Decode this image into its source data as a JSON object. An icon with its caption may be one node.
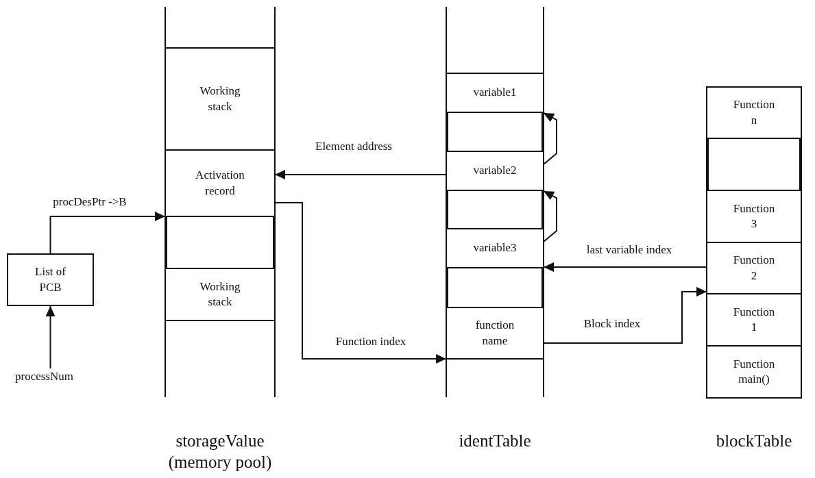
{
  "diagram": {
    "nodes": [
      {
        "text": [
          "storageValue (memory pool)"
        ]
      },
      {
        "text": [
          "Working stack"
        ],
        "in": 0
      },
      {
        "text": [
          "Activation record"
        ],
        "in": 0
      },
      {
        "text": [],
        "shape": "box",
        "in": 0
      },
      {
        "text": [
          "Working stack"
        ],
        "in": 0
      },
      {
        "text": [
          "List of PCB"
        ]
      },
      {
        "text": [
          "processNum"
        ]
      },
      {
        "text": [
          "identTable"
        ]
      },
      {
        "text": [
          "variable1"
        ],
        "in": 7
      },
      {
        "text": [],
        "shape": "box",
        "in": 7
      },
      {
        "text": [
          "variable2"
        ],
        "in": 7
      },
      {
        "text": [],
        "shape": "box",
        "in": 7
      },
      {
        "text": [
          "variable3"
        ],
        "in": 7
      },
      {
        "text": [],
        "shape": "box",
        "in": 7
      },
      {
        "text": [
          "function name"
        ],
        "in": 7
      },
      {
        "text": [
          "blockTable"
        ]
      },
      {
        "text": [
          "Function n"
        ],
        "in": 15
      },
      {
        "text": [],
        "shape": "box",
        "in": 15
      },
      {
        "text": [
          "Function 3"
        ],
        "in": 15
      },
      {
        "text": [
          "Function 2"
        ],
        "in": 15
      },
      {
        "text": [
          "Function 1"
        ],
        "in": 15
      },
      {
        "text": [
          "Function main()"
        ],
        "in": 15
      }
    ],
    "edges": [
      {
        "from": 6,
        "to": 5,
        "arrow": "to"
      },
      {
        "from": 5,
        "to": 3,
        "label": "procDesPtr ->B",
        "arrow": "to"
      },
      {
        "from": 10,
        "to": 2,
        "label": "Element address",
        "arrow": "to"
      },
      {
        "from": 2,
        "to": 14,
        "label": "Function index",
        "arrow": "to"
      },
      {
        "from": 14,
        "to": 19,
        "label": "Block index",
        "arrow": "to"
      },
      {
        "from": 19,
        "to": 12,
        "label": "last variable index",
        "arrow": "to"
      },
      {
        "from": 10,
        "to": 8,
        "arrow": "to"
      },
      {
        "from": 12,
        "to": 10,
        "arrow": "to"
      }
    ]
  }
}
